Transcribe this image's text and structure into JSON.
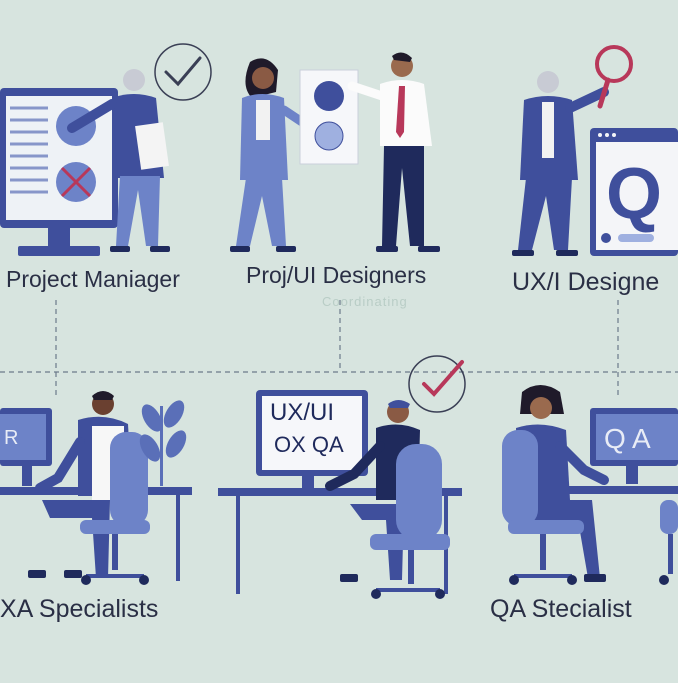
{
  "roles": {
    "project_manager": "Project Maniager",
    "proj_ui_designers": "Proj/UI Designers",
    "ux_i_designer": "UX/I Designe",
    "xa_specialists": "XA Specialists",
    "qa_stecialist": "QA Stecialist"
  },
  "ghost_caption": "Coordinating",
  "screens": {
    "qa_card_letter": "Q",
    "monitor_mid_line1": "UX/UI",
    "monitor_mid_line2": "OX QA",
    "monitor_right": "Q A",
    "monitor_left_glyph": "R"
  },
  "colors": {
    "background": "#d7e4df",
    "primary_blue": "#3f4f9c",
    "light_blue": "#6d83c8",
    "navy": "#1f2a5c",
    "accent_red": "#b8385a",
    "line": "#6b7a8a"
  }
}
